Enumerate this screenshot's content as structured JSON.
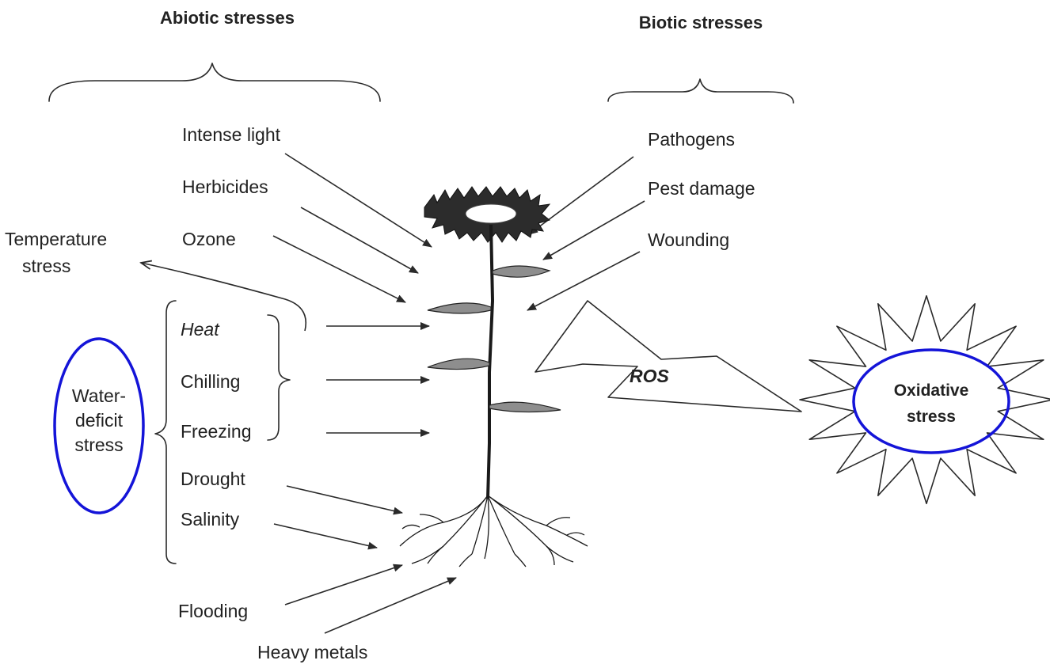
{
  "headers": {
    "abiotic": "Abiotic stresses",
    "biotic": "Biotic stresses"
  },
  "abiotic_upper": [
    "Intense light",
    "Herbicides",
    "Ozone"
  ],
  "temperature": {
    "label_line1": "Temperature",
    "label_line2": "stress",
    "items": [
      "Heat",
      "Chilling",
      "Freezing"
    ]
  },
  "water_deficit": {
    "label_line1": "Water-",
    "label_line2": "deficit",
    "label_line3": "stress",
    "items": [
      "Drought",
      "Salinity"
    ]
  },
  "abiotic_lower": [
    "Flooding",
    "Heavy metals"
  ],
  "biotic": [
    "Pathogens",
    "Pest damage",
    "Wounding"
  ],
  "ros_label": "ROS",
  "outcome": {
    "line1": "Oxidative",
    "line2": "stress"
  },
  "colors": {
    "highlight_ellipse": "#1414d8",
    "ink": "#2a2a2a"
  }
}
